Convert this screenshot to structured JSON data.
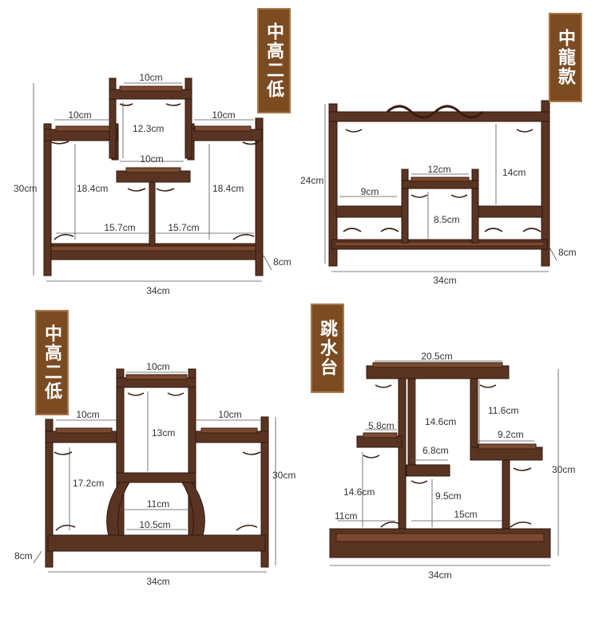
{
  "colors": {
    "wood": "#5a3422",
    "wood_light": "#7a4a30",
    "banner": "#7b4b22",
    "line": "#555555"
  },
  "panels": {
    "tl": {
      "banner": "中高二低",
      "labels": [
        "10cm",
        "10cm",
        "10cm",
        "12.3cm",
        "10cm",
        "30cm",
        "18.4cm",
        "18.4cm",
        "15.7cm",
        "15.7cm",
        "8cm",
        "34cm"
      ]
    },
    "tr": {
      "banner": "中龍款",
      "labels": [
        "12cm",
        "9cm",
        "14cm",
        "24cm",
        "8.5cm",
        "8cm",
        "34cm"
      ]
    },
    "bl": {
      "banner": "中高二低",
      "labels": [
        "10cm",
        "10cm",
        "10cm",
        "13cm",
        "17.2cm",
        "30cm",
        "11cm",
        "10.5cm",
        "8cm",
        "34cm"
      ]
    },
    "br": {
      "banner": "跳水台",
      "labels": [
        "20.5cm",
        "14.6cm",
        "11.6cm",
        "5.8cm",
        "6.8cm",
        "9.2cm",
        "30cm",
        "14.6cm",
        "9.5cm",
        "15cm",
        "11cm",
        "34cm"
      ]
    }
  }
}
